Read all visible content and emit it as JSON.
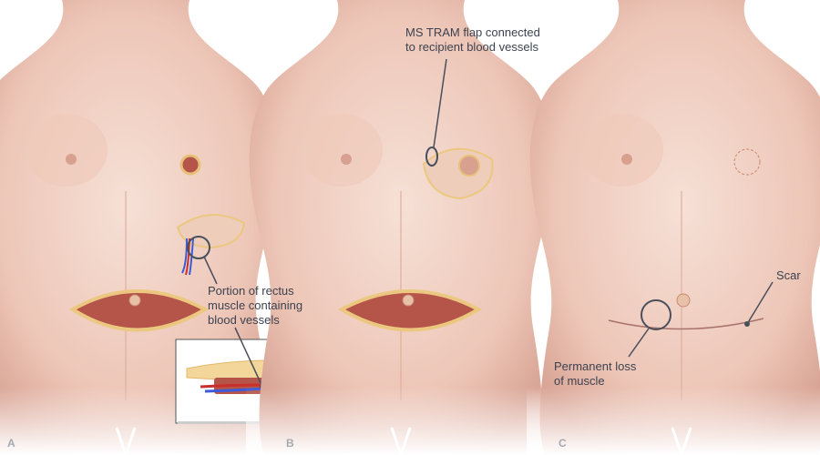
{
  "panels": [
    {
      "letter": "A",
      "callouts": [
        {
          "lines": [
            "Portion of rectus",
            "muscle containing",
            "blood vessels"
          ]
        }
      ]
    },
    {
      "letter": "B",
      "callouts": [
        {
          "lines": [
            "MS TRAM flap connected",
            "to recipient blood vessels"
          ]
        }
      ]
    },
    {
      "letter": "C",
      "callouts": [
        {
          "lines": [
            "Scar"
          ]
        },
        {
          "lines": [
            "Permanent loss",
            "of muscle"
          ]
        }
      ]
    }
  ],
  "colors": {
    "skin": "#f2d3c6",
    "skin_shade": "#d9a596",
    "muscle": "#b5554a",
    "leader": "#4a4f5c",
    "label": "#3c4250",
    "letter": "#a6a9b2"
  }
}
